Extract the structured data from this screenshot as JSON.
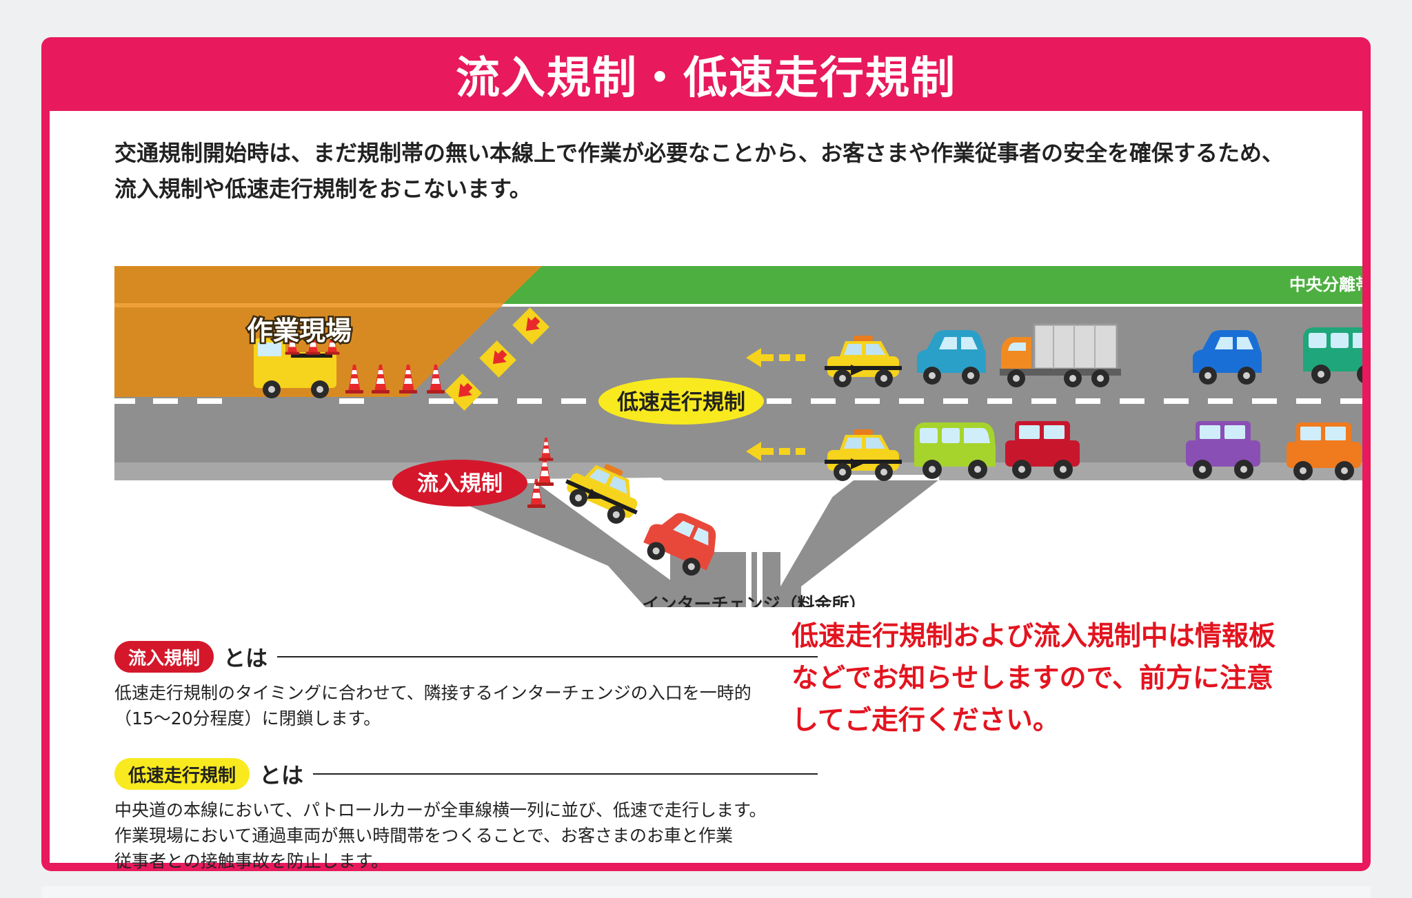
{
  "title": "流入規制・低速走行規制",
  "intro_lines": [
    "交通規制開始時は、まだ規制帯の無い本線上で作業が必要なことから、お客さまや作業従事者の安全を確保するため、",
    "流入規制や低速走行規制をおこないます。"
  ],
  "diagram": {
    "median_label": "中央分離帯",
    "worksite_label": "作業現場",
    "low_speed_badge": "低速走行規制",
    "inflow_badge": "流入規制",
    "interchange_label": "インターチェンジ（料金所）"
  },
  "sections": {
    "inflow": {
      "pill": "流入規制",
      "suffix": "とは",
      "lines": [
        "低速走行規制のタイミングに合わせて、隣接するインターチェンジの入口を一時的",
        "（15〜20分程度）に閉鎖します。"
      ]
    },
    "low_speed": {
      "pill": "低速走行規制",
      "suffix": "とは",
      "lines": [
        "中央道の本線において、パトロールカーが全車線横一列に並び、低速で走行します。",
        "作業現場において通過車両が無い時間帯をつくることで、お客さまのお車と作業",
        "従事者との接触事故を防止します。"
      ]
    }
  },
  "notice_lines": [
    "低速走行規制および流入規制中は情報板",
    "などでお知らせしますので、前方に注意",
    "してご走行ください。"
  ],
  "colors": {
    "frame": "#e8195c",
    "notice_text": "#e3141f",
    "inflow_pill": "#d5172b",
    "low_speed_pill": "#f8ea1e",
    "median_green": "#4caf3f",
    "worksite_orange": "#d88a22",
    "road_gray": "#8f8f8f"
  },
  "icons": {
    "vehicles": [
      "patrol-car",
      "hatchback",
      "truck",
      "van",
      "suv"
    ],
    "markers": [
      "traffic-cone",
      "chevron-arrow-sign",
      "dashed-left-arrow"
    ]
  }
}
